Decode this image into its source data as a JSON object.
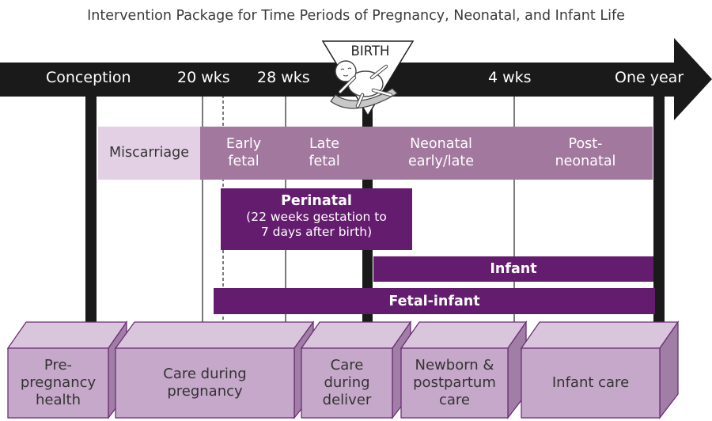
{
  "title": "Intervention Package for Time Periods of Pregnancy, Neonatal, and Infant Life",
  "colors": {
    "arrow": "#1a1a1a",
    "miscarriage": "#e3d0e5",
    "period_band": "#a3789f",
    "dark_band": "#641c6e",
    "box_front": "#c6a8ca",
    "box_top": "#dac6dc",
    "box_side": "#a07ea6",
    "box_border": "#6b2f74"
  },
  "timeline": {
    "conception": "Conception",
    "wks20": "20 wks",
    "wks28": "28 wks",
    "birth": "BIRTH",
    "wks4": "4 wks",
    "one_year": "One year"
  },
  "periods": {
    "miscarriage": "Miscarriage",
    "early_fetal": "Early\nfetal",
    "late_fetal": "Late\nfetal",
    "neonatal": "Neonatal\nearly/late",
    "postneonatal": "Post-\nneonatal"
  },
  "bands": {
    "perinatal_title": "Perinatal",
    "perinatal_sub": "(22 weeks gestation to\n7 days after birth)",
    "infant": "Infant",
    "fetal_infant": "Fetal-infant"
  },
  "boxes": {
    "pre_pregnancy": "Pre-\npregnancy\nhealth",
    "care_pregnancy": "Care during\npregnancy",
    "care_delivery": "Care\nduring\ndeliver",
    "newborn_postpartum": "Newborn &\npostpartum\ncare",
    "infant_care": "Infant care"
  },
  "icons": {
    "baby": "baby-icon"
  }
}
